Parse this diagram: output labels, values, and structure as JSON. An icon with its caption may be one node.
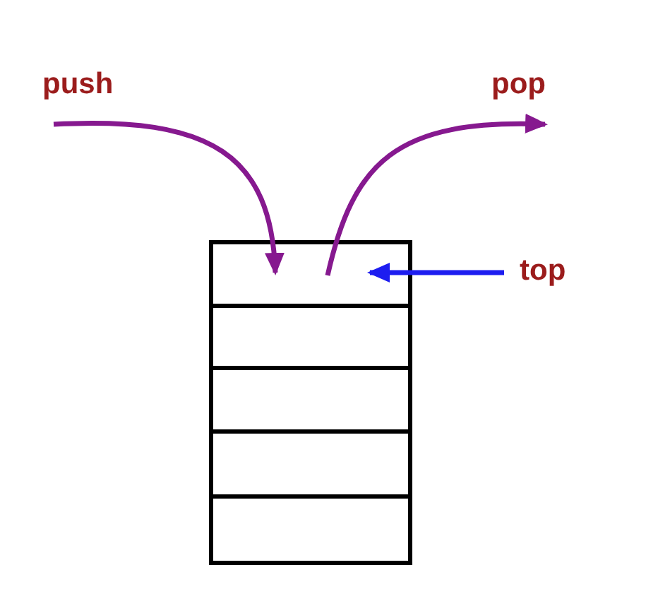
{
  "diagram": {
    "nodes": [
      {
        "text": [
          "push"
        ]
      },
      {
        "text": [
          "pop"
        ]
      },
      {
        "text": [
          "top"
        ]
      },
      {
        "text": [],
        "shape": "box"
      },
      {
        "text": [],
        "shape": "box"
      },
      {
        "text": [],
        "shape": "box"
      },
      {
        "text": [],
        "shape": "box"
      },
      {
        "text": [],
        "shape": "box"
      }
    ],
    "edges": [
      {
        "from": 0,
        "to": 3,
        "arrow": "to",
        "color": "#86198f"
      },
      {
        "from": 3,
        "to": 1,
        "arrow": "to",
        "color": "#86198f"
      },
      {
        "from": 2,
        "to": 3,
        "arrow": "to",
        "color": "#1d1df0"
      }
    ]
  }
}
